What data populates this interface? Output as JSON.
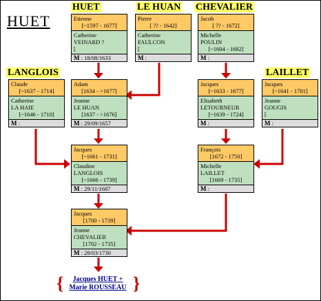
{
  "title": "HUET",
  "family_labels": {
    "huet": "HUET",
    "le_huan": "LE HUAN",
    "chevalier": "CHEVALIER",
    "langlois": "LANGLOIS",
    "laillet": "LAILLET"
  },
  "couples": {
    "huet_g3": {
      "husband": {
        "name": "Etienne",
        "dates": "[~1597 - 1677]"
      },
      "wife": {
        "name": "Catherine",
        "surname": "VEINARD ?",
        "dates": "["
      },
      "marriage": "18/08/1633"
    },
    "le_huan_g3": {
      "husband": {
        "name": "Pierre",
        "dates": "[ ?? - 1642]"
      },
      "wife": {
        "name": "Catherine",
        "surname": "FAULCON",
        "dates": "["
      },
      "marriage": ""
    },
    "chevalier_g3": {
      "husband": {
        "name": "Jacob",
        "dates": "[ ?? - 1672]"
      },
      "wife": {
        "name": "Michelle",
        "surname": "POULIN",
        "dates": "[~1604 - 1682]"
      },
      "marriage": ""
    },
    "langlois_g3": {
      "husband": {
        "name": "Claude",
        "dates": "[~1637 - 1714]"
      },
      "wife": {
        "name": "Catherine",
        "surname": "LA HAIE",
        "dates": "[~1646 - 1710]"
      },
      "marriage": ""
    },
    "huet_g2": {
      "husband": {
        "name": "Adam",
        "dates": "[1634 - >1677]"
      },
      "wife": {
        "name": "Jeanne",
        "surname": "LE HUAN",
        "dates": "[1637 - >1676]"
      },
      "marriage": "29/09/1657"
    },
    "chevalier_g2": {
      "husband": {
        "name": "Jacques",
        "dates": "[~1633 - 1677]"
      },
      "wife": {
        "name": "Elisabeth",
        "surname": "LETOURNEUR",
        "dates": "[~1639 - 1724]"
      },
      "marriage": ""
    },
    "laillet_g3": {
      "husband": {
        "name": "Jacques",
        "dates": "[~1641 - 1701]"
      },
      "wife": {
        "name": "Jeanne",
        "surname": "GOUGIS",
        "dates": "["
      },
      "marriage": ""
    },
    "huet_g1": {
      "husband": {
        "name": "Jacques",
        "dates": "[~1661 - 1731]"
      },
      "wife": {
        "name": "Claudine",
        "surname": "LANGLOIS",
        "dates": "[~1666 - 1739]"
      },
      "marriage": "29/11/1687"
    },
    "chevalier_g1": {
      "husband": {
        "name": "François",
        "dates": "[1672 - 1750]"
      },
      "wife": {
        "name": "Michelle",
        "surname": "LAILLET",
        "dates": "[1669 - 1735]"
      },
      "marriage": ""
    },
    "huet_g0": {
      "husband": {
        "name": "Jacques",
        "dates": "[1700 - 1739]"
      },
      "wife": {
        "name": "Jeanne",
        "surname": "CHEVALIER",
        "dates": "[1702 - 1735]"
      },
      "marriage": "28/03/1730"
    }
  },
  "marriage_prefix": "M",
  "result": {
    "line1": "Jacques HUET +",
    "line2": "Marie ROUSSEAU"
  },
  "colors": {
    "arrow": "#cc0000",
    "male_bg": "#ffc966",
    "female_bg": "#bfe0bf",
    "label_bg": "#ffff66",
    "marriage_bg": "#dddddd",
    "result_text": "#00008b"
  }
}
